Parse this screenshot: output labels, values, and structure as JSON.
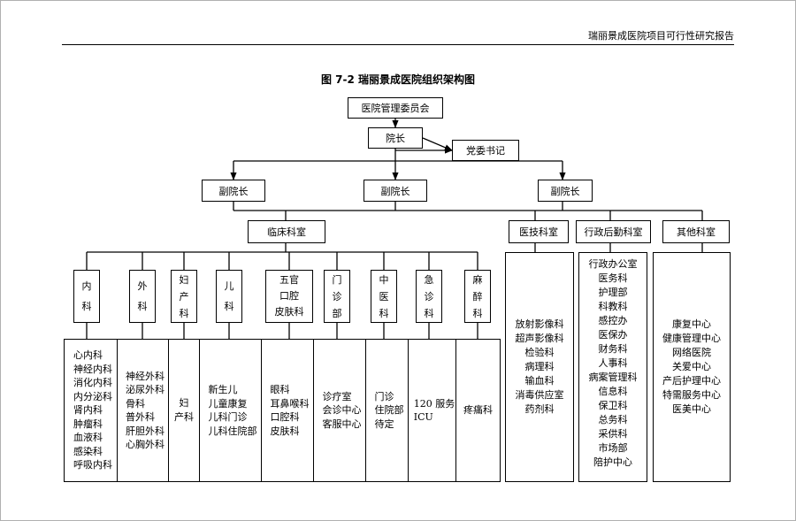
{
  "header": {
    "report_title": "瑞丽景成医院项目可行性研究报告"
  },
  "figure_title": "图 7-2  瑞丽景成医院组织架构图",
  "nodes": {
    "committee": "医院管理委员会",
    "president": "院长",
    "party_secretary": "党委书记",
    "vp_left": "副院长",
    "vp_middle": "副院长",
    "vp_right": "副院长",
    "clinical": "临床科室",
    "medtech": "医技科室",
    "admin": "行政后勤科室",
    "other": "其他科室"
  },
  "clinical_departments": [
    {
      "label_lines": [
        "内",
        "科"
      ],
      "items": [
        "心内科",
        "神经内科",
        "消化内科",
        "内分泌科",
        "肾内科",
        "肿瘤科",
        "血液科",
        "感染科",
        "呼吸内科"
      ]
    },
    {
      "label_lines": [
        "外",
        "科"
      ],
      "items": [
        "神经外科",
        "泌尿外科",
        "骨科",
        "普外科",
        "肝胆外科",
        "心胸外科"
      ]
    },
    {
      "label_lines": [
        "妇",
        "产",
        "科"
      ],
      "items": [
        "妇",
        "产科"
      ]
    },
    {
      "label_lines": [
        "儿",
        "科"
      ],
      "items": [
        "新生儿",
        "儿童康复",
        "儿科门诊",
        "儿科住院部"
      ]
    },
    {
      "label_lines": [
        "五官",
        "口腔",
        "皮肤科"
      ],
      "items": [
        "眼科",
        "耳鼻喉科",
        "口腔科",
        "皮肤科"
      ]
    },
    {
      "label_lines": [
        "门",
        "诊",
        "部"
      ],
      "items": [
        "诊疗室",
        "会诊中心",
        "客服中心"
      ]
    },
    {
      "label_lines": [
        "中",
        "医",
        "科"
      ],
      "items": [
        "门诊",
        "住院部",
        "待定"
      ]
    },
    {
      "label_lines": [
        "急",
        "诊",
        "科"
      ],
      "items": [
        "120 服务",
        "ICU"
      ]
    },
    {
      "label_lines": [
        "麻",
        "醉",
        "科"
      ],
      "items": [
        "疼痛科"
      ]
    }
  ],
  "medtech_items": [
    "放射影像科",
    "超声影像科",
    "检验科",
    "病理科",
    "输血科",
    "消毒供应室",
    "药剂科"
  ],
  "admin_items": [
    "行政办公室",
    "医务科",
    "护理部",
    "科教科",
    "感控办",
    "医保办",
    "财务科",
    "人事科",
    "病案管理科",
    "信息科",
    "保卫科",
    "总务科",
    "采供科",
    "市场部",
    "陪护中心"
  ],
  "other_items": [
    "康复中心",
    "健康管理中心",
    "网络医院",
    "关爱中心",
    "产后护理中心",
    "特需服务中心",
    "医美中心"
  ]
}
